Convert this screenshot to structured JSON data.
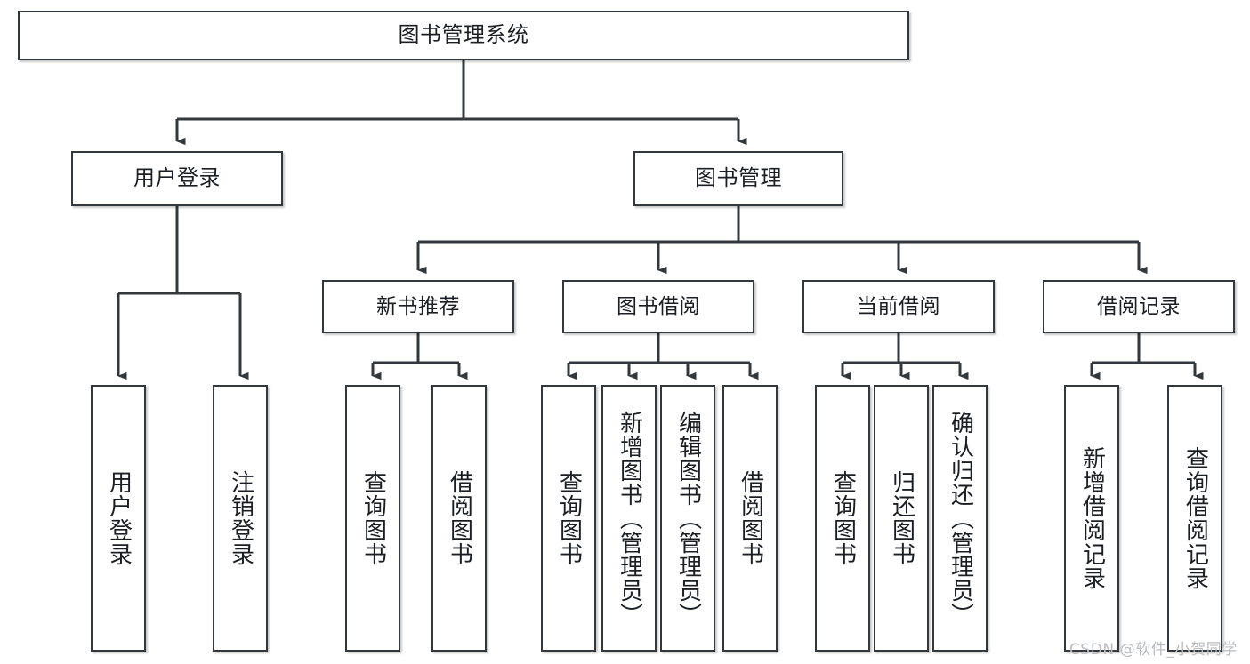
{
  "diagram": {
    "type": "tree",
    "title": "图书管理系统",
    "watermark": "CSDN @软件_小贺同学",
    "colors": {
      "stroke": "#33383c",
      "box_fill": "#ffffff",
      "text": "#1b1f24",
      "watermark": "#b9bcc0",
      "background": "#ffffff"
    },
    "nodes": {
      "root": {
        "label": "图书管理系统",
        "level": 1,
        "orientation": "horizontal"
      },
      "user_login": {
        "label": "用户登录",
        "level": 2,
        "orientation": "horizontal"
      },
      "book_manage": {
        "label": "图书管理",
        "level": 2,
        "orientation": "horizontal"
      },
      "new_book_rec": {
        "label": "新书推荐",
        "level": 3,
        "orientation": "horizontal"
      },
      "book_borrow": {
        "label": "图书借阅",
        "level": 3,
        "orientation": "horizontal"
      },
      "current_borrow": {
        "label": "当前借阅",
        "level": 3,
        "orientation": "horizontal"
      },
      "borrow_record": {
        "label": "借阅记录",
        "level": 3,
        "orientation": "horizontal"
      },
      "leaf_user_login": {
        "label": "用户登录",
        "level": 4,
        "orientation": "vertical"
      },
      "leaf_user_logout": {
        "label": "注销登录",
        "level": 4,
        "orientation": "vertical"
      },
      "leaf_query_book_a": {
        "label": "查询图书",
        "level": 4,
        "orientation": "vertical"
      },
      "leaf_borrow_book_a": {
        "label": "借阅图书",
        "level": 4,
        "orientation": "vertical"
      },
      "leaf_query_book_b": {
        "label": "查询图书",
        "level": 4,
        "orientation": "vertical"
      },
      "leaf_add_book": {
        "label": "新增图书（管理员）",
        "level": 4,
        "orientation": "vertical"
      },
      "leaf_edit_book": {
        "label": "编辑图书（管理员）",
        "level": 4,
        "orientation": "vertical"
      },
      "leaf_borrow_book_b": {
        "label": "借阅图书",
        "level": 4,
        "orientation": "vertical"
      },
      "leaf_query_book_c": {
        "label": "查询图书",
        "level": 4,
        "orientation": "vertical"
      },
      "leaf_return_book": {
        "label": "归还图书",
        "level": 4,
        "orientation": "vertical"
      },
      "leaf_confirm_return": {
        "label": "确认归还（管理员）",
        "level": 4,
        "orientation": "vertical"
      },
      "leaf_add_record": {
        "label": "新增借阅记录",
        "level": 4,
        "orientation": "vertical"
      },
      "leaf_query_record": {
        "label": "查询借阅记录",
        "level": 4,
        "orientation": "vertical"
      }
    },
    "edges": [
      {
        "from": "root",
        "to": "user_login"
      },
      {
        "from": "root",
        "to": "book_manage"
      },
      {
        "from": "user_login",
        "to": "leaf_user_login"
      },
      {
        "from": "user_login",
        "to": "leaf_user_logout"
      },
      {
        "from": "book_manage",
        "to": "new_book_rec"
      },
      {
        "from": "book_manage",
        "to": "book_borrow"
      },
      {
        "from": "book_manage",
        "to": "current_borrow"
      },
      {
        "from": "book_manage",
        "to": "borrow_record"
      },
      {
        "from": "new_book_rec",
        "to": "leaf_query_book_a"
      },
      {
        "from": "new_book_rec",
        "to": "leaf_borrow_book_a"
      },
      {
        "from": "book_borrow",
        "to": "leaf_query_book_b"
      },
      {
        "from": "book_borrow",
        "to": "leaf_add_book"
      },
      {
        "from": "book_borrow",
        "to": "leaf_edit_book"
      },
      {
        "from": "book_borrow",
        "to": "leaf_borrow_book_b"
      },
      {
        "from": "current_borrow",
        "to": "leaf_query_book_c"
      },
      {
        "from": "current_borrow",
        "to": "leaf_return_book"
      },
      {
        "from": "current_borrow",
        "to": "leaf_confirm_return"
      },
      {
        "from": "borrow_record",
        "to": "leaf_add_record"
      },
      {
        "from": "borrow_record",
        "to": "leaf_query_record"
      }
    ]
  }
}
